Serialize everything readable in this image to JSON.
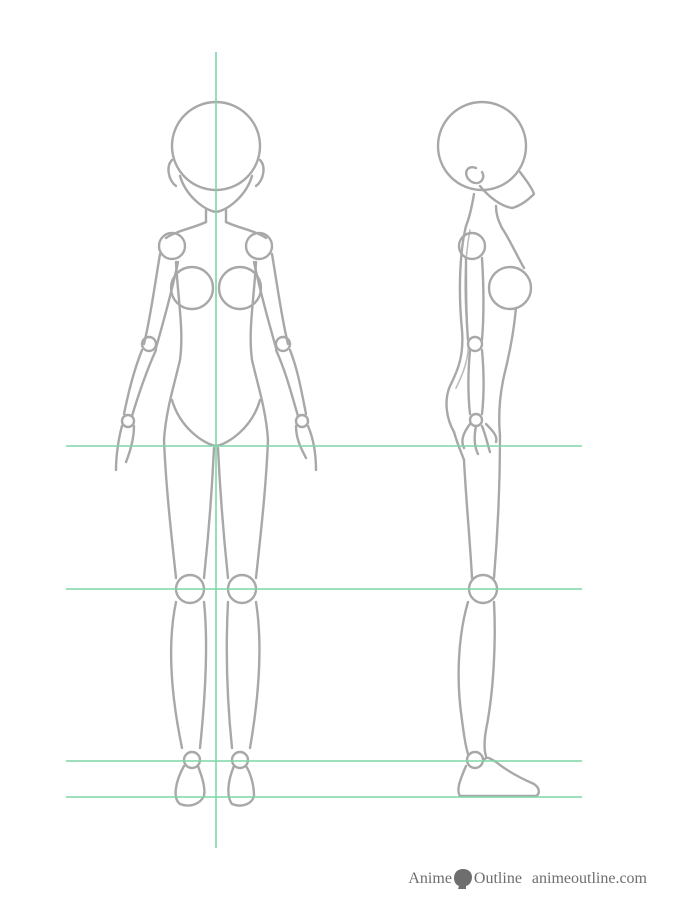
{
  "footer": {
    "logo_left": "Anime",
    "logo_right": "Outline",
    "site": "animeoutline.com"
  },
  "colors": {
    "guide_line": "#7fd6a8",
    "sketch_line": "#a8a8a8",
    "footer_text": "#6e6e6e"
  },
  "icons": {
    "logo": "head-silhouette-icon"
  }
}
